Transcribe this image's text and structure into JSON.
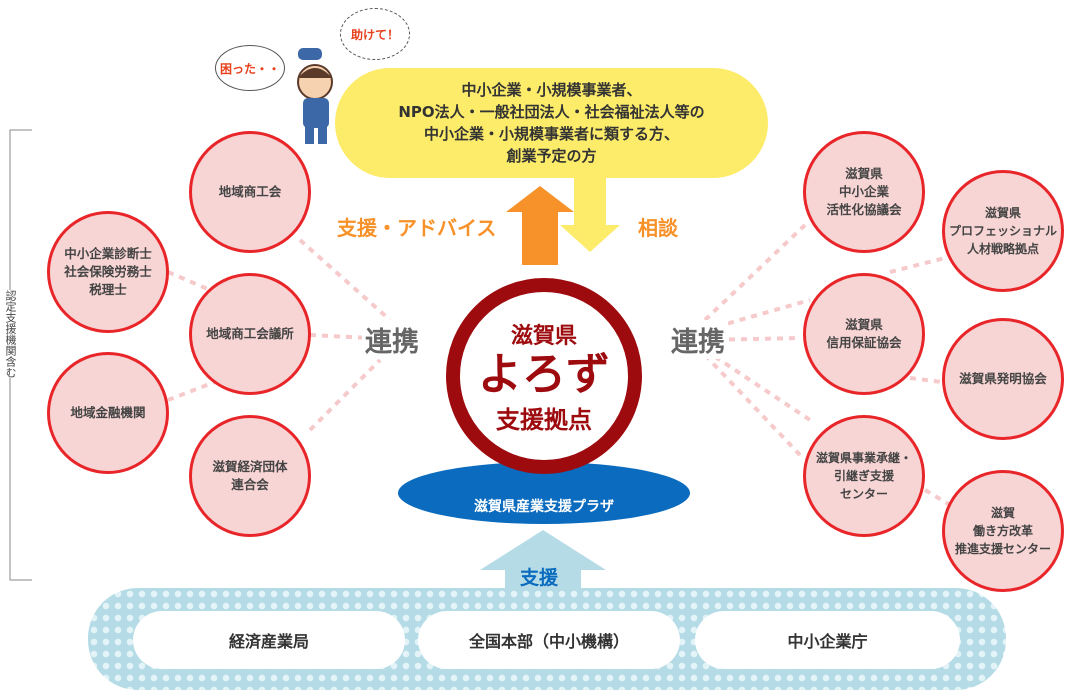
{
  "target": {
    "lines": "中小企業・小規模事業者、\nNPO法人・一般社団法人・社会福祉法人等の\n中小企業・小規模事業者に類する方、\n創業予定の方"
  },
  "bubbles": {
    "trouble": "困った・・",
    "help": "助けて！"
  },
  "arrows": {
    "support_advice": "支援・アドバイス",
    "consult": "相談",
    "support": "支援"
  },
  "renkei": "連携",
  "side_label": "認定支援機関含む",
  "emblem": {
    "top": "滋賀県",
    "middle": "よろず",
    "bottom": "支援拠点"
  },
  "plaza": "滋賀県産業支援プラザ",
  "left_orgs": [
    "地域商工会",
    "中小企業診断士\n社会保険労務士\n税理士",
    "地域商工会議所",
    "地域金融機関",
    "滋賀経済団体\n連合会"
  ],
  "right_orgs": [
    "滋賀県\n中小企業\n活性化協議会",
    "滋賀県\nプロフェッショナル\n人材戦略拠点",
    "滋賀県\n信用保証協会",
    "滋賀県発明協会",
    "滋賀県事業承継・\n引継ぎ支援\nセンター",
    "滋賀\n働き方改革\n推進支援センター"
  ],
  "support_bodies": [
    "経済産業局",
    "全国本部（中小機構）",
    "中小企業庁"
  ],
  "colors": {
    "circle_border": "#e8262a",
    "circle_fill": "#f8d5d5",
    "yellow": "#fcec6a",
    "orange": "#f7922a",
    "emblem": "#9e0b0f",
    "plaza": "#0a6bbf"
  }
}
